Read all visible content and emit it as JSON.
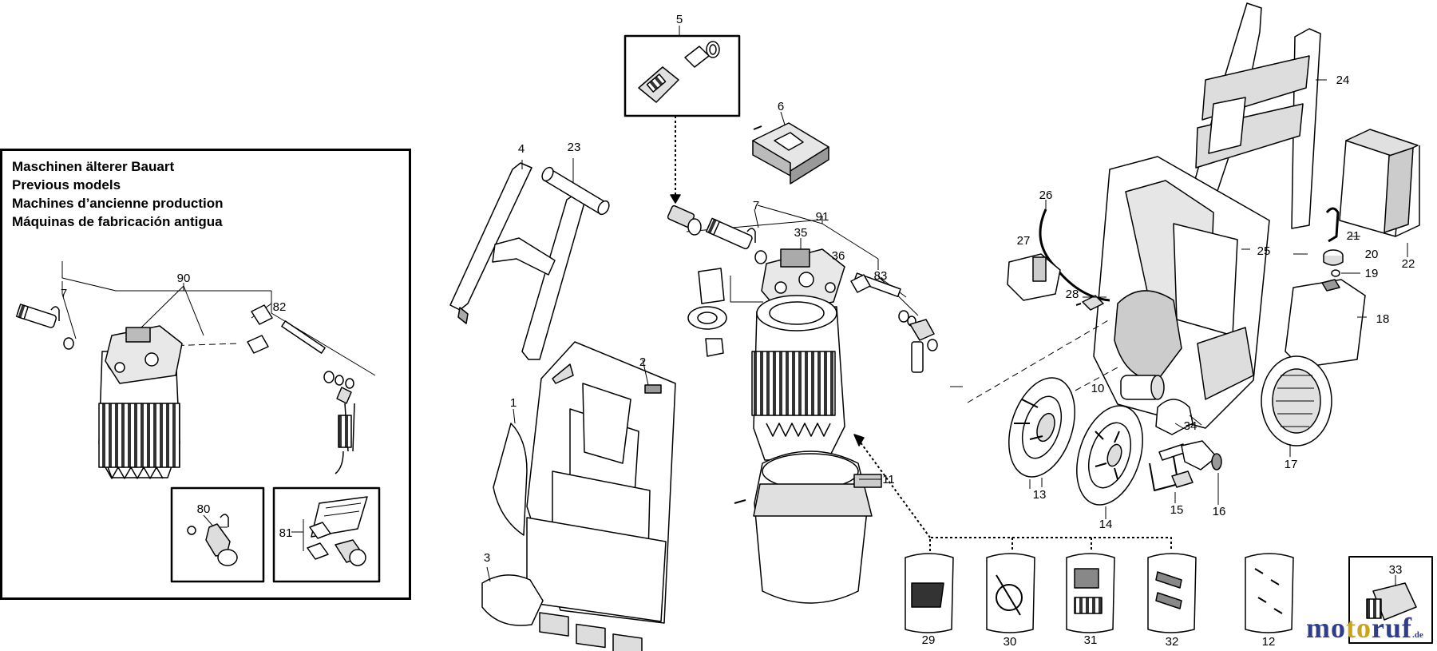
{
  "inset": {
    "title_lines": [
      "Maschinen älterer Bauart",
      "Previous models",
      "Machines d’ancienne production",
      "Máquinas de fabricación antigua"
    ]
  },
  "part_labels": {
    "p1": "1",
    "p2": "2",
    "p3": "3",
    "p4": "4",
    "p5": "5",
    "p6": "6",
    "p7": "7",
    "p7b": "7",
    "p10": "10",
    "p11": "11",
    "p12": "12",
    "p13": "13",
    "p14": "14",
    "p15": "15",
    "p16": "16",
    "p17": "17",
    "p18": "18",
    "p19": "19",
    "p20": "20",
    "p21": "21",
    "p22": "22",
    "p23": "23",
    "p24": "24",
    "p25": "25",
    "p26": "26",
    "p27": "27",
    "p28": "28",
    "p29": "29",
    "p30": "30",
    "p31": "31",
    "p32": "32",
    "p33": "33",
    "p34": "34",
    "p35": "35",
    "p36": "36",
    "p80": "80",
    "p81": "81",
    "p82": "82",
    "p83": "83",
    "p90": "90",
    "p91": "91"
  },
  "brand": {
    "part1": "mo",
    "part2": "to",
    "part3": "ruf",
    "tld": ".de"
  },
  "colors": {
    "line": "#000000",
    "shade": "#7a7a7a",
    "light": "#d9d9d9",
    "brand_blue": "#2f3d8c",
    "brand_gold": "#c9a31d"
  }
}
